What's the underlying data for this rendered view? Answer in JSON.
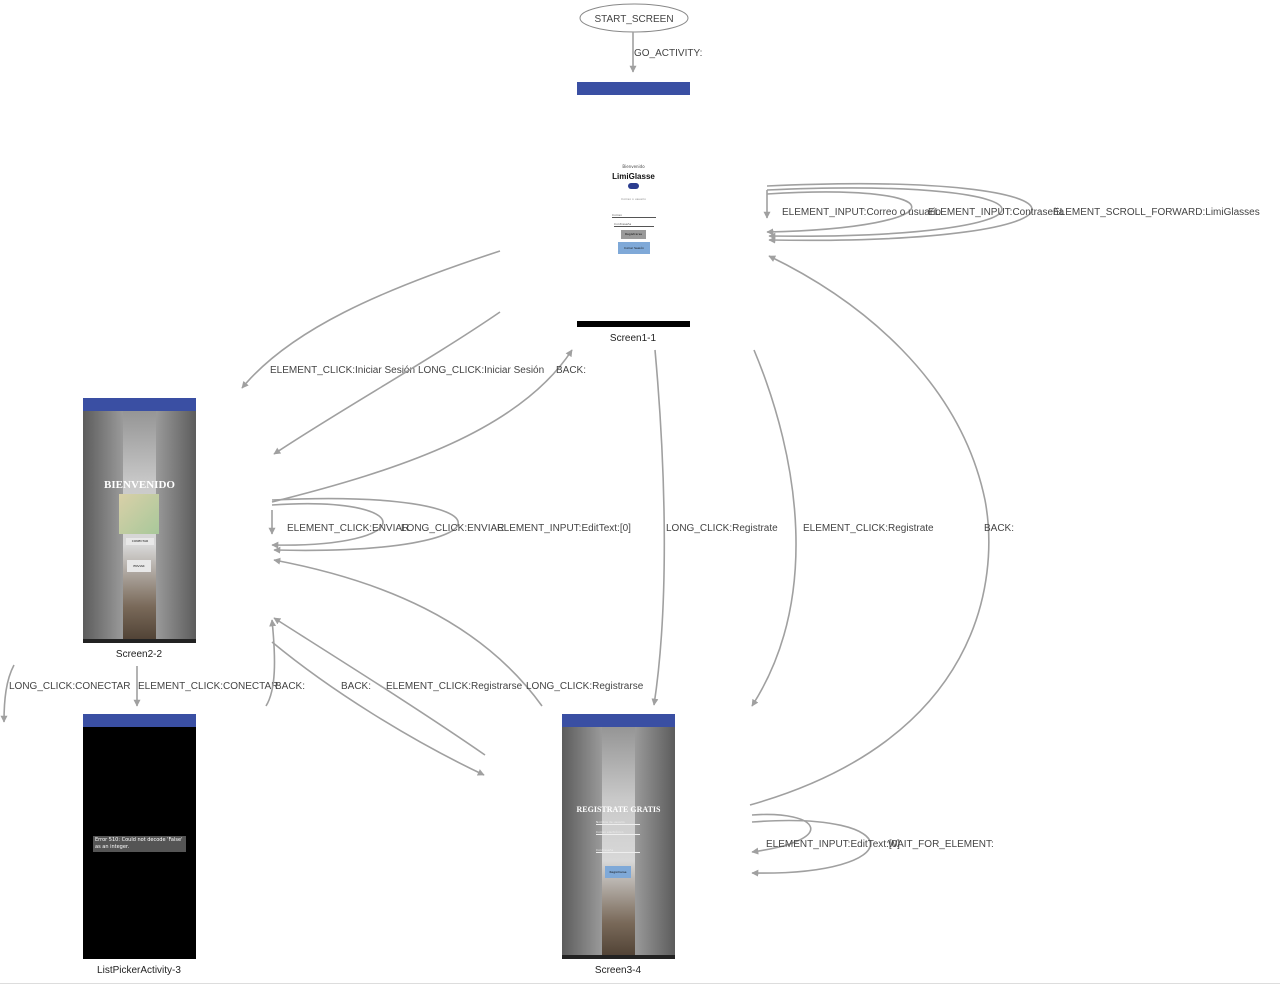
{
  "colors": {
    "edge": "#a0a0a0",
    "status_bar": "#3a4fa3",
    "button_blue": "#7fa9d8",
    "label_text": "#444444"
  },
  "start": {
    "label": "START_SCREEN"
  },
  "nodes": {
    "screen1": {
      "caption": "Screen1-1",
      "welcome": "Bienvenido",
      "app_name": "LimiGlasse",
      "subtitle": "Correo o usuario",
      "field1": "Correo",
      "field2": "Contraseña",
      "btn_register": "Registrarse",
      "btn_login": "Iniciar Sesión"
    },
    "screen2": {
      "caption": "Screen2-2",
      "title": "BIENVENIDO",
      "btn_connect": "CONECTAR",
      "btn_send": "ENVIAR"
    },
    "list": {
      "caption": "ListPickerActivity-3",
      "error": "Error 510: Could not decode 'False' as an integer."
    },
    "screen3": {
      "caption": "Screen3-4",
      "title": "REGISTRATE GRATIS",
      "field1": "Nombre de usuario",
      "field2": "Correo electrónico",
      "field3": "Contraseña",
      "btn": "Registrarse"
    }
  },
  "edges": [
    {
      "label": "GO_ACTIVITY:"
    },
    {
      "label": "ELEMENT_INPUT:Correo o usuario"
    },
    {
      "label": "ELEMENT_INPUT:Contraseña"
    },
    {
      "label": "ELEMENT_SCROLL_FORWARD:LimiGlasses"
    },
    {
      "label": "ELEMENT_CLICK:Iniciar Sesión"
    },
    {
      "label": "LONG_CLICK:Iniciar Sesión"
    },
    {
      "label": "BACK:"
    },
    {
      "label": "ELEMENT_CLICK:ENVIAR"
    },
    {
      "label": "LONG_CLICK:ENVIAR"
    },
    {
      "label": "ELEMENT_INPUT:EditText:[0]"
    },
    {
      "label": "LONG_CLICK:Registrate"
    },
    {
      "label": "ELEMENT_CLICK:Registrate"
    },
    {
      "label": "BACK:"
    },
    {
      "label": "LONG_CLICK:CONECTAR"
    },
    {
      "label": "ELEMENT_CLICK:CONECTAR"
    },
    {
      "label": "BACK:"
    },
    {
      "label": "BACK:"
    },
    {
      "label": "ELEMENT_CLICK:Registrarse"
    },
    {
      "label": "LONG_CLICK:Registrarse"
    },
    {
      "label": "ELEMENT_INPUT:EditText:[0]"
    },
    {
      "label": "WAIT_FOR_ELEMENT:"
    }
  ]
}
